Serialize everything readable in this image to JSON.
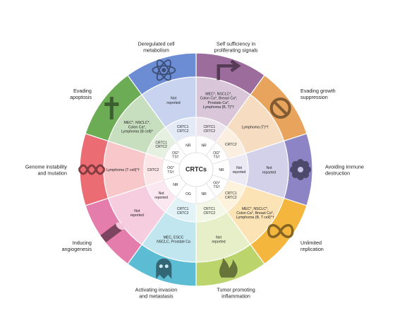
{
  "center": {
    "label": "CRTCs"
  },
  "colors": {
    "proliferating": "#9c6c9c",
    "growth": "#e8a45c",
    "immune": "#8c84c4",
    "replication": "#f4b63c",
    "inflammation": "#bcd46c",
    "invasion": "#5cbcd4",
    "angiogenesis": "#e47cac",
    "genome": "#ec6c74",
    "apoptosis": "#6cac54",
    "metabolism": "#6c8cd4"
  },
  "segments": [
    {
      "key": "proliferating",
      "label_lines": [
        "Self sufficiency in",
        "proliferating signals"
      ],
      "icon": "arrow-icon",
      "outer_lines": [
        "MEC*, NSCLC*,",
        "Colon Ca*, Breast Ca*,",
        "Prostate Ca*,",
        "Lymphoma (B, T)*†"
      ],
      "crtc_lines": [
        "CRTC1",
        "CRTC2"
      ],
      "og_ts_lines": [
        "NR"
      ]
    },
    {
      "key": "growth",
      "label_lines": [
        "Evading growth",
        "suppression"
      ],
      "icon": "prohibition-icon",
      "outer_lines": [
        "Lymphoma (T)*†"
      ],
      "crtc_lines": [
        "CRTC2"
      ],
      "og_ts_lines": [
        "OG*",
        "TS†"
      ]
    },
    {
      "key": "immune",
      "label_lines": [
        "Avoiding immune",
        "destruction"
      ],
      "icon": "immune-cell-icon",
      "outer_lines": [
        "Not",
        "reported"
      ],
      "crtc_lines": [
        "Not",
        "reported"
      ],
      "og_ts_lines": [
        "NR"
      ]
    },
    {
      "key": "replication",
      "label_lines": [
        "Unlimited",
        "replication"
      ],
      "icon": "infinity-icon",
      "outer_lines": [
        "MEC*, NSCLC*,",
        "Colon Ca*, Breast Ca*,",
        "Lymphoma (B, T cell)*†"
      ],
      "crtc_lines": [
        "CRTC1",
        "CRTC2"
      ],
      "og_ts_lines": [
        "OG*",
        "TS†"
      ]
    },
    {
      "key": "inflammation",
      "label_lines": [
        "Tumor promoting",
        "inflammation"
      ],
      "icon": "flame-icon",
      "outer_lines": [
        "Not",
        "reported"
      ],
      "crtc_lines": [
        "CRTC1",
        "CRTC2"
      ],
      "og_ts_lines": [
        "NR"
      ]
    },
    {
      "key": "invasion",
      "label_lines": [
        "Activating invasion",
        "and metastasis"
      ],
      "icon": "invading-cell-icon",
      "outer_lines": [
        "MEC, ESCC",
        "NSCLC, Prostate Ca"
      ],
      "crtc_lines": [
        "CRTC1",
        "CRTC2"
      ],
      "og_ts_lines": [
        "OG"
      ]
    },
    {
      "key": "angiogenesis",
      "label_lines": [
        "Inducing",
        "angiogenesis"
      ],
      "icon": "blood-vessel-icon",
      "outer_lines": [
        "Not",
        "reported"
      ],
      "crtc_lines": [
        "Not",
        "reported"
      ],
      "og_ts_lines": [
        "NR"
      ]
    },
    {
      "key": "genome",
      "label_lines": [
        "Genome instability",
        "and mutation"
      ],
      "icon": "dna-icon",
      "outer_lines": [
        "Lymphoma (T cell)*†"
      ],
      "crtc_lines": [
        "CRTC2"
      ],
      "og_ts_lines": [
        "OG*",
        "TS†"
      ]
    },
    {
      "key": "apoptosis",
      "label_lines": [
        "Evading",
        "apoptosis"
      ],
      "icon": "cross-icon",
      "outer_lines": [
        "MEC*, NSCLC*,",
        "Colon Ca*,",
        "Lymphoma (B cell)*"
      ],
      "crtc_lines": [
        "CRTC1",
        "CRTC2"
      ],
      "og_ts_lines": [
        "OG*",
        "TS†"
      ]
    },
    {
      "key": "metabolism",
      "label_lines": [
        "Deregulated cell",
        "metabolism"
      ],
      "icon": "atom-icon",
      "outer_lines": [
        "Not",
        "reported"
      ],
      "crtc_lines": [
        "CRTC1",
        "CRTC2"
      ],
      "og_ts_lines": [
        "NR"
      ]
    }
  ]
}
